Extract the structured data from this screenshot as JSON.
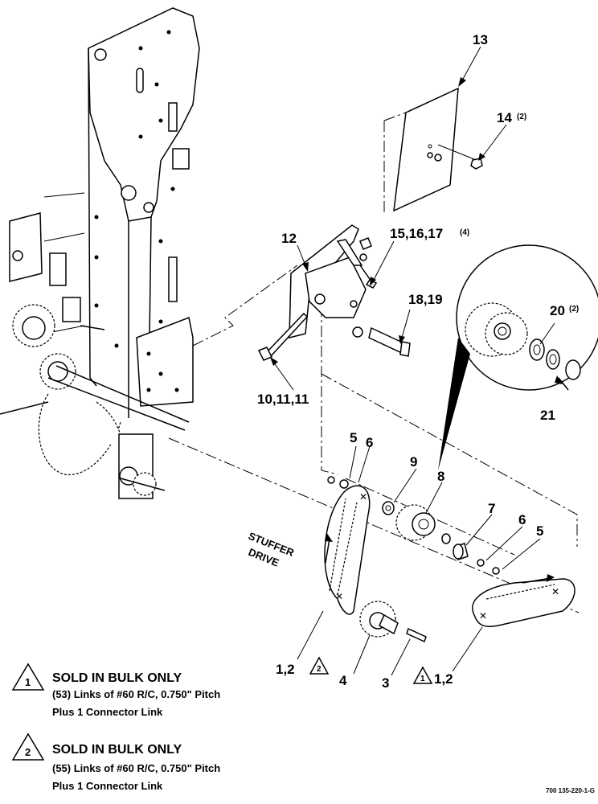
{
  "callouts": {
    "c13": "13",
    "c14": "14",
    "c14_qty": "(2)",
    "c15_17": "15,16,17",
    "c15_17_qty": "(4)",
    "c12": "12",
    "c18_19": "18,19",
    "c20": "20",
    "c20_qty": "(2)",
    "c21": "21",
    "c10_11": "10,11,11",
    "c5a": "5",
    "c6a": "6",
    "c9": "9",
    "c8": "8",
    "c7": "7",
    "c6b": "6",
    "c5b": "5",
    "c1_2a": "1,2",
    "tri2_small": "2",
    "c4": "4",
    "c3": "3",
    "tri1_small": "1",
    "c1_2b": "1,2"
  },
  "drive_label": {
    "line1": "STUFFER",
    "line2": "DRIVE"
  },
  "notes": [
    {
      "number": "1",
      "heading": "SOLD IN BULK ONLY",
      "line1": "(53) Links of #60 R/C, 0.750\" Pitch",
      "line2": "Plus 1 Connector Link"
    },
    {
      "number": "2",
      "heading": "SOLD IN BULK ONLY",
      "line1": "(55) Links of #60 R/C, 0.750\" Pitch",
      "line2": "Plus 1 Connector Link"
    }
  ],
  "figure_number": "700 135-220-1-G"
}
